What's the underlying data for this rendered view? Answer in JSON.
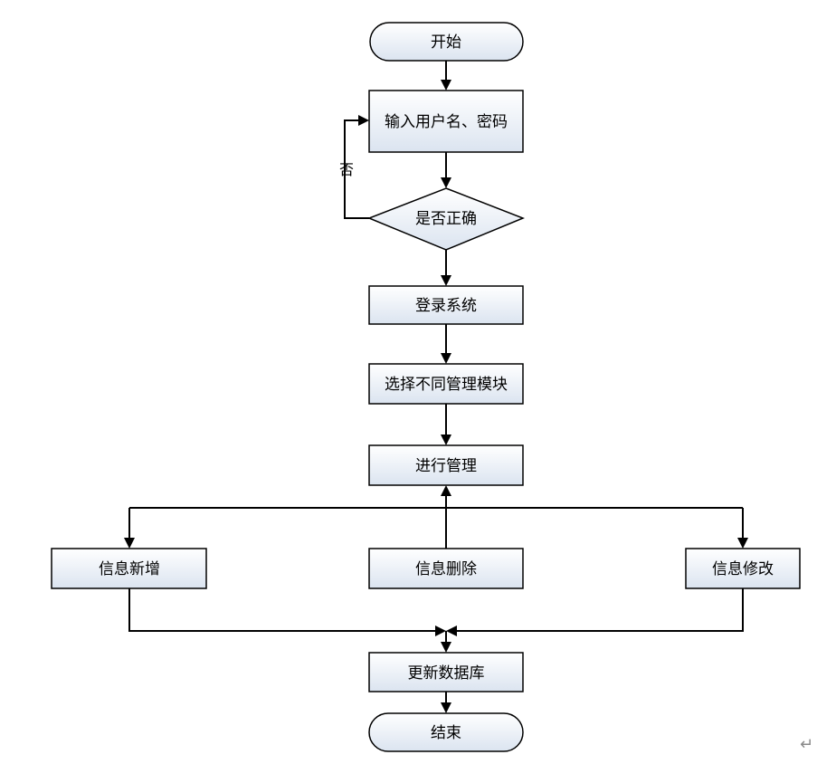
{
  "diagram": {
    "type": "flowchart",
    "nodes": {
      "start": "开始",
      "input": "输入用户名、密码",
      "check": "是否正确",
      "login": "登录系统",
      "select": "选择不同管理模块",
      "manage": "进行管理",
      "add": "信息新增",
      "delete": "信息删除",
      "modify": "信息修改",
      "update": "更新数据库",
      "end": "结束"
    },
    "labels": {
      "no": "否"
    },
    "colors": {
      "stroke": "#000000",
      "fill_top": "#ffffff",
      "fill_bottom": "#dbe4f0"
    }
  },
  "page": {
    "return_mark": "↵"
  }
}
